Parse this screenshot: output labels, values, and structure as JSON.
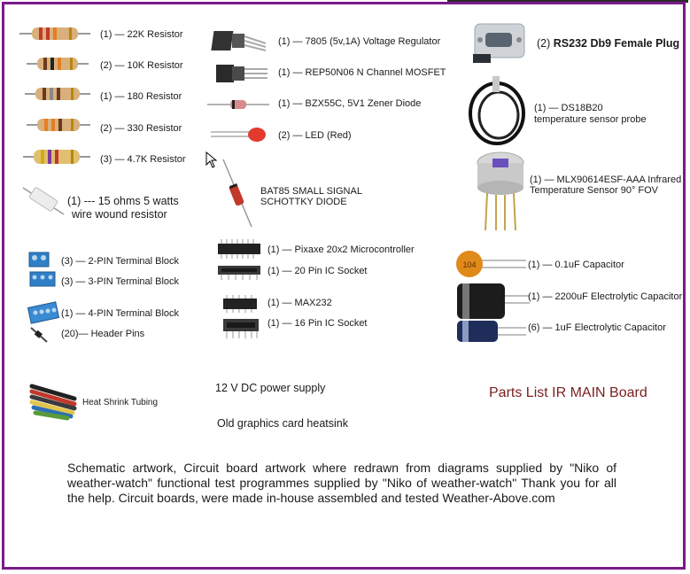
{
  "title": "Parts List IR MAIN Board",
  "resistors": [
    {
      "label": "(1) — 22K Resistor"
    },
    {
      "label": "(2) — 10K Resistor"
    },
    {
      "label": "(1) — 180 Resistor"
    },
    {
      "label": "(2) — 330 Resistor"
    },
    {
      "label": "(3) — 4.7K Resistor"
    }
  ],
  "wirewound": {
    "line1": "(1) --- 15 ohms 5 watts",
    "line2": "wire wound resistor"
  },
  "terminals": [
    {
      "label": "(3) — 2-PIN Terminal Block"
    },
    {
      "label": "(3) — 3-PIN Terminal Block"
    },
    {
      "label": "(1) — 4-PIN Terminal Block"
    },
    {
      "label": "(20)—  Header Pins"
    }
  ],
  "heatshrink": {
    "label": "Heat Shrink Tubing"
  },
  "middle": [
    {
      "label": "(1) — 7805 (5v,1A) Voltage Regulator"
    },
    {
      "label": "(1) — REP50N06 N Channel MOSFET"
    },
    {
      "label": "(1) — BZX55C, 5V1 Zener Diode"
    },
    {
      "label": "(2) — LED (Red)"
    }
  ],
  "schottky": {
    "line1": "BAT85 SMALL SIGNAL",
    "line2": "SCHOTTKY DIODE"
  },
  "ics": [
    {
      "label": "(1) — Pixaxe 20x2 Microcontroller"
    },
    {
      "label": "(1) — 20 Pin IC Socket"
    },
    {
      "label": "(1) — MAX232"
    },
    {
      "label": "(1) — 16 Pin IC Socket"
    }
  ],
  "power": {
    "label": "12 V DC power supply"
  },
  "heatsink": {
    "label": "Old graphics card heatsink"
  },
  "right": {
    "db9_qty": "(2)",
    "db9_name": "RS232 Db9 Female Plug",
    "ds18b20_line1": "(1) —  DS18B20",
    "ds18b20_line2": "temperature sensor probe",
    "mlx_line1": "(1) — MLX90614ESF-AAA Infrared",
    "mlx_line2": "Temperature Sensor 90° FOV",
    "capacitors": [
      {
        "label": "(1) —  0.1uF Capacitor",
        "marking": "104"
      },
      {
        "label": "(1) — 2200uF Electrolytic Capacitor"
      },
      {
        "label": "(6) —  1uF Electrolytic Capacitor"
      }
    ]
  },
  "credits": "Schematic artwork, Circuit board artwork where redrawn  from diagrams supplied by  \"Niko of weather-watch\" functional test programmes supplied by \"Niko of weather-watch\"  Thank you for all the help. Circuit boards, were made in-house assembled and tested Weather-Above.com",
  "colors": {
    "frame": "#7a1a8a",
    "title": "#7a1f1f"
  }
}
